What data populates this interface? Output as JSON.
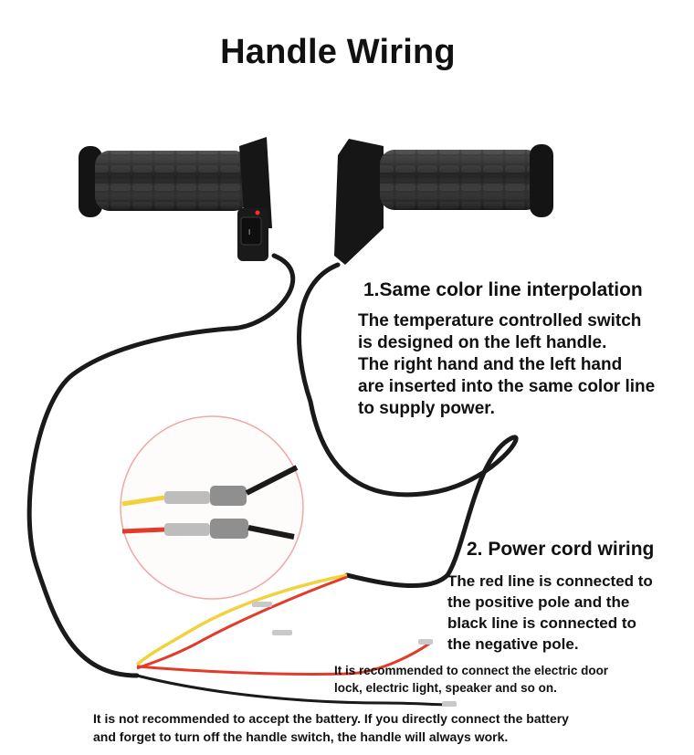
{
  "title": "Handle Wiring",
  "section1": {
    "heading": "1.Same color line interpolation",
    "body": "The temperature controlled switch\nis designed on the left handle.\nThe right hand and the left hand\nare inserted into the same color line\nto supply power."
  },
  "section2": {
    "heading": "2. Power cord wiring",
    "body": "The red line is connected to\nthe positive pole and the\nblack line is connected to\nthe negative pole."
  },
  "recommend_note": "It is recommended to connect the electric door\nlock, electric light, speaker and so on.",
  "warning_note": "It is not recommended to accept the battery. If you directly connect the battery\nand forget to turn off the handle switch, the handle will always work.",
  "colors": {
    "grip": "#1c1c1c",
    "cable": "#1a1a1a",
    "wire_red": "#e23b2a",
    "wire_yellow": "#f2d23a",
    "inset_ring": "#f0a7a7",
    "indicator_led": "#ff2a2a"
  },
  "icons": [
    "left-heated-grip",
    "right-heated-grip",
    "rocker-switch",
    "connector-inset"
  ]
}
